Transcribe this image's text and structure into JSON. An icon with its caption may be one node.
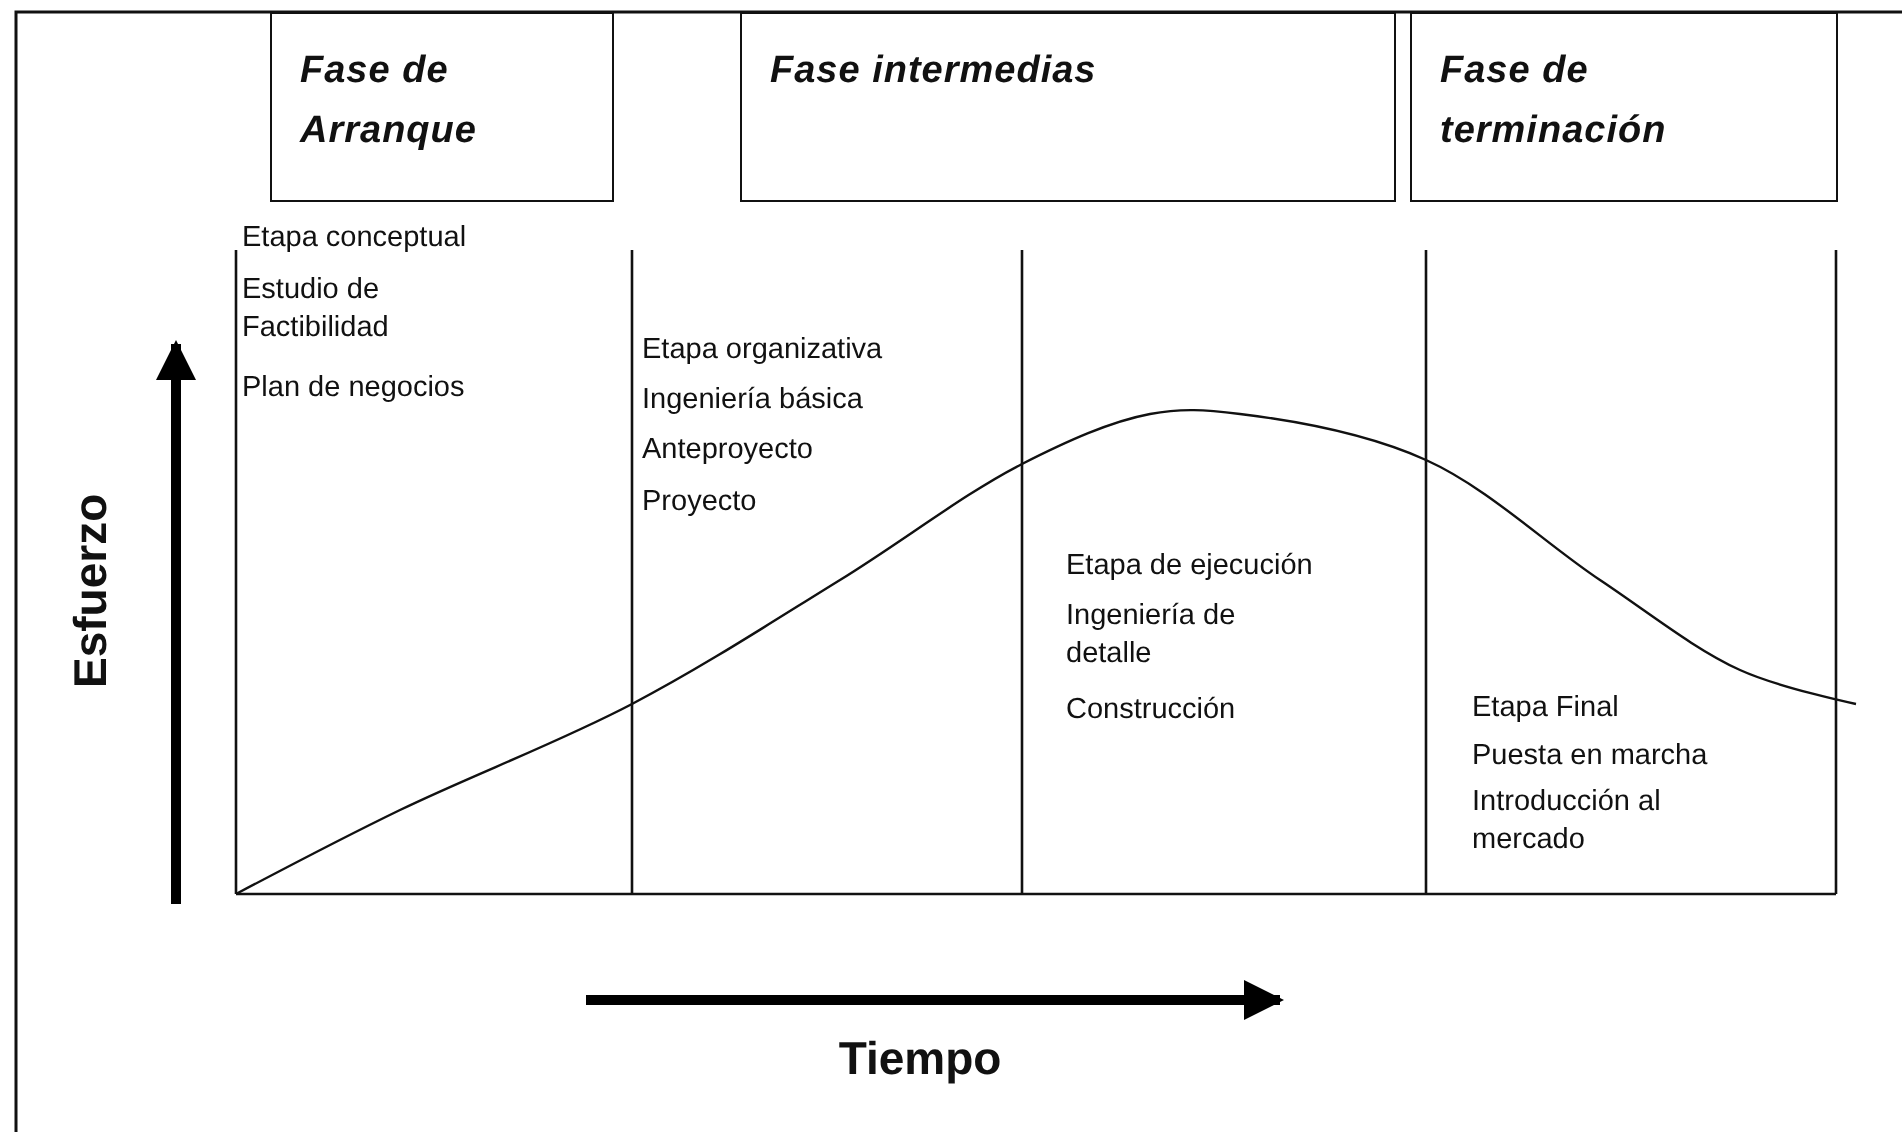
{
  "diagram": {
    "nodes": [
      {
        "text": [
          "Fase de Arranque"
        ]
      },
      {
        "text": [
          "Fase intermedias"
        ]
      },
      {
        "text": [
          "Fase de terminación"
        ]
      }
    ],
    "edges": [],
    "labels": [
      "Etapa conceptual",
      "Estudio de Factibilidad",
      "Plan de negocios",
      "Etapa organizativa",
      "Ingeniería básica",
      "Anteproyecto",
      "Proyecto",
      "Etapa de ejecución",
      "Ingeniería de detalle",
      "Construcción",
      "Etapa Final",
      "Puesta en marcha",
      "Introducción al mercado",
      "Esfuerzo",
      "Tiempo"
    ]
  }
}
